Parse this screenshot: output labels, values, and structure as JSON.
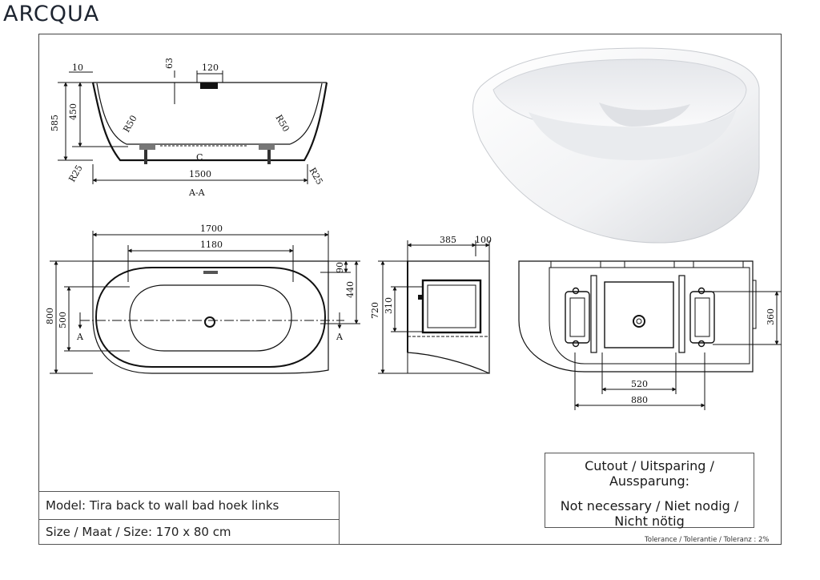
{
  "brand": {
    "text": "ARCQUA",
    "accent_color": "#d0111d"
  },
  "section_view": {
    "title": "A-A",
    "dims": {
      "top_rim": "10",
      "drain_height": "63",
      "overflow_width": "120",
      "height_total": "585",
      "inner_depth": "450",
      "length": "1500",
      "radius_inner_left": "R50",
      "radius_inner_right": "R50",
      "radius_foot_left": "R25",
      "radius_foot_right": "R25",
      "center_mark": "C"
    }
  },
  "top_view": {
    "dims": {
      "outer_length": "1700",
      "inner_length": "1180",
      "outer_width": "800",
      "inner_width": "500",
      "back_margin": "90",
      "inner_depth": "440",
      "section_left": "A",
      "section_right": "A"
    }
  },
  "side_view": {
    "dims": {
      "top_length": "385",
      "top_margin": "100",
      "height_total": "720",
      "cutout_height": "310"
    }
  },
  "bottom_view": {
    "dims": {
      "frame_inner": "520",
      "frame_outer": "880",
      "side_height": "360"
    }
  },
  "cutout": {
    "title_line1": "Cutout / Uitsparing /",
    "title_line2": "Aussparung:",
    "value_line1": "Not necessary / Niet nodig /",
    "value_line2": "Nicht nötig"
  },
  "model": {
    "model_text": "Model: Tira back to wall bad hoek links",
    "size_text": "Size / Maat / Size: 170 x 80 cm"
  },
  "tolerance": {
    "text": "Tolerance / Tolerantie / Toleranz : 2%"
  }
}
